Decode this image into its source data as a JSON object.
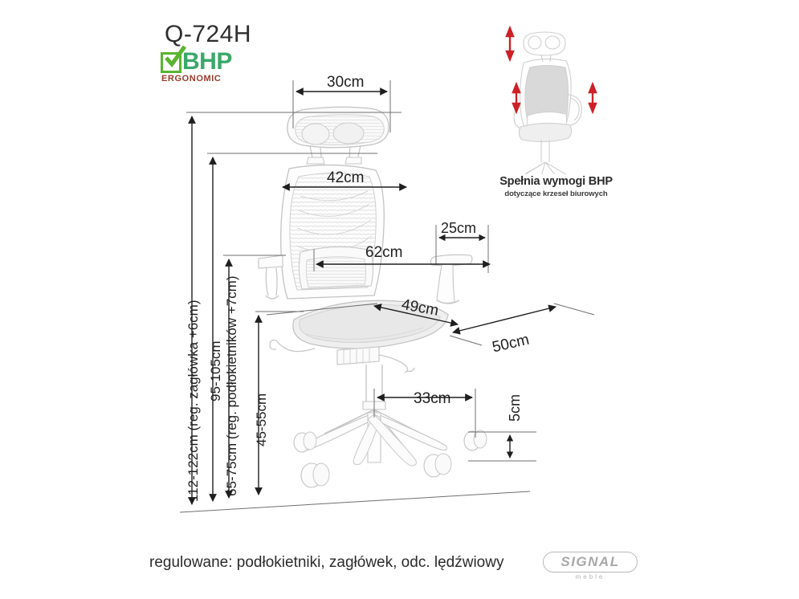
{
  "page": {
    "title": "Q-724H",
    "footer_caption": "regulowane: podłokietniki, zagłówek, odc. lędźwiowy",
    "background_color": "#ffffff",
    "line_color": "#c9c9c9",
    "dimension_color": "#1f1f1f"
  },
  "bhp_logo": {
    "text": "BHP",
    "subtitle": "ERGONOMIC",
    "check_icon": "check-mark",
    "green": "#5ab431",
    "teal": "#3aa86a",
    "maroon": "#9a3b2e"
  },
  "badge": {
    "caption": "Spełnia wymogi BHP",
    "subcaption": "dotyczące krzeseł biurowych",
    "arrow_color": "#cc2127",
    "illustration": "office-chair-outline",
    "arrows": [
      "headrest-adjust-arrow",
      "backrest-adjust-arrow",
      "armrest-adjust-arrow"
    ]
  },
  "brand": {
    "name": "SIGNAL",
    "subtitle": "meble",
    "color": "#a8a8a8"
  },
  "dimensions": {
    "horizontal": [
      {
        "id": "headrest-width",
        "label": "30cm",
        "value": 30,
        "unit": "cm"
      },
      {
        "id": "backrest-width",
        "label": "42cm",
        "value": 42,
        "unit": "cm"
      },
      {
        "id": "overall-width",
        "label": "62cm",
        "value": 62,
        "unit": "cm"
      },
      {
        "id": "armrest-length",
        "label": "25cm",
        "value": 25,
        "unit": "cm"
      },
      {
        "id": "seat-depth",
        "label": "49cm",
        "value": 49,
        "unit": "cm"
      },
      {
        "id": "seat-width",
        "label": "50cm",
        "value": 50,
        "unit": "cm"
      },
      {
        "id": "base-radius",
        "label": "33cm",
        "value": 33,
        "unit": "cm"
      },
      {
        "id": "caster-height",
        "label": "5cm",
        "value": 5,
        "unit": "cm"
      }
    ],
    "vertical": [
      {
        "id": "total-height",
        "label": "112-122cm (reg. zagłówka +6cm)",
        "min": 112,
        "max": 122,
        "unit": "cm"
      },
      {
        "id": "backrest-top-height",
        "label": "95-105cm",
        "min": 95,
        "max": 105,
        "unit": "cm"
      },
      {
        "id": "armrest-height",
        "label": "65-75cm (reg. podłokietników +7cm)",
        "min": 65,
        "max": 75,
        "unit": "cm"
      },
      {
        "id": "seat-height",
        "label": "45-55cm",
        "min": 45,
        "max": 55,
        "unit": "cm"
      }
    ]
  },
  "chair": {
    "parts": [
      "headrest",
      "backrest-mesh",
      "lumbar-support",
      "armrest-left",
      "armrest-right",
      "seat-cushion",
      "gas-lift",
      "five-star-base",
      "casters"
    ]
  }
}
